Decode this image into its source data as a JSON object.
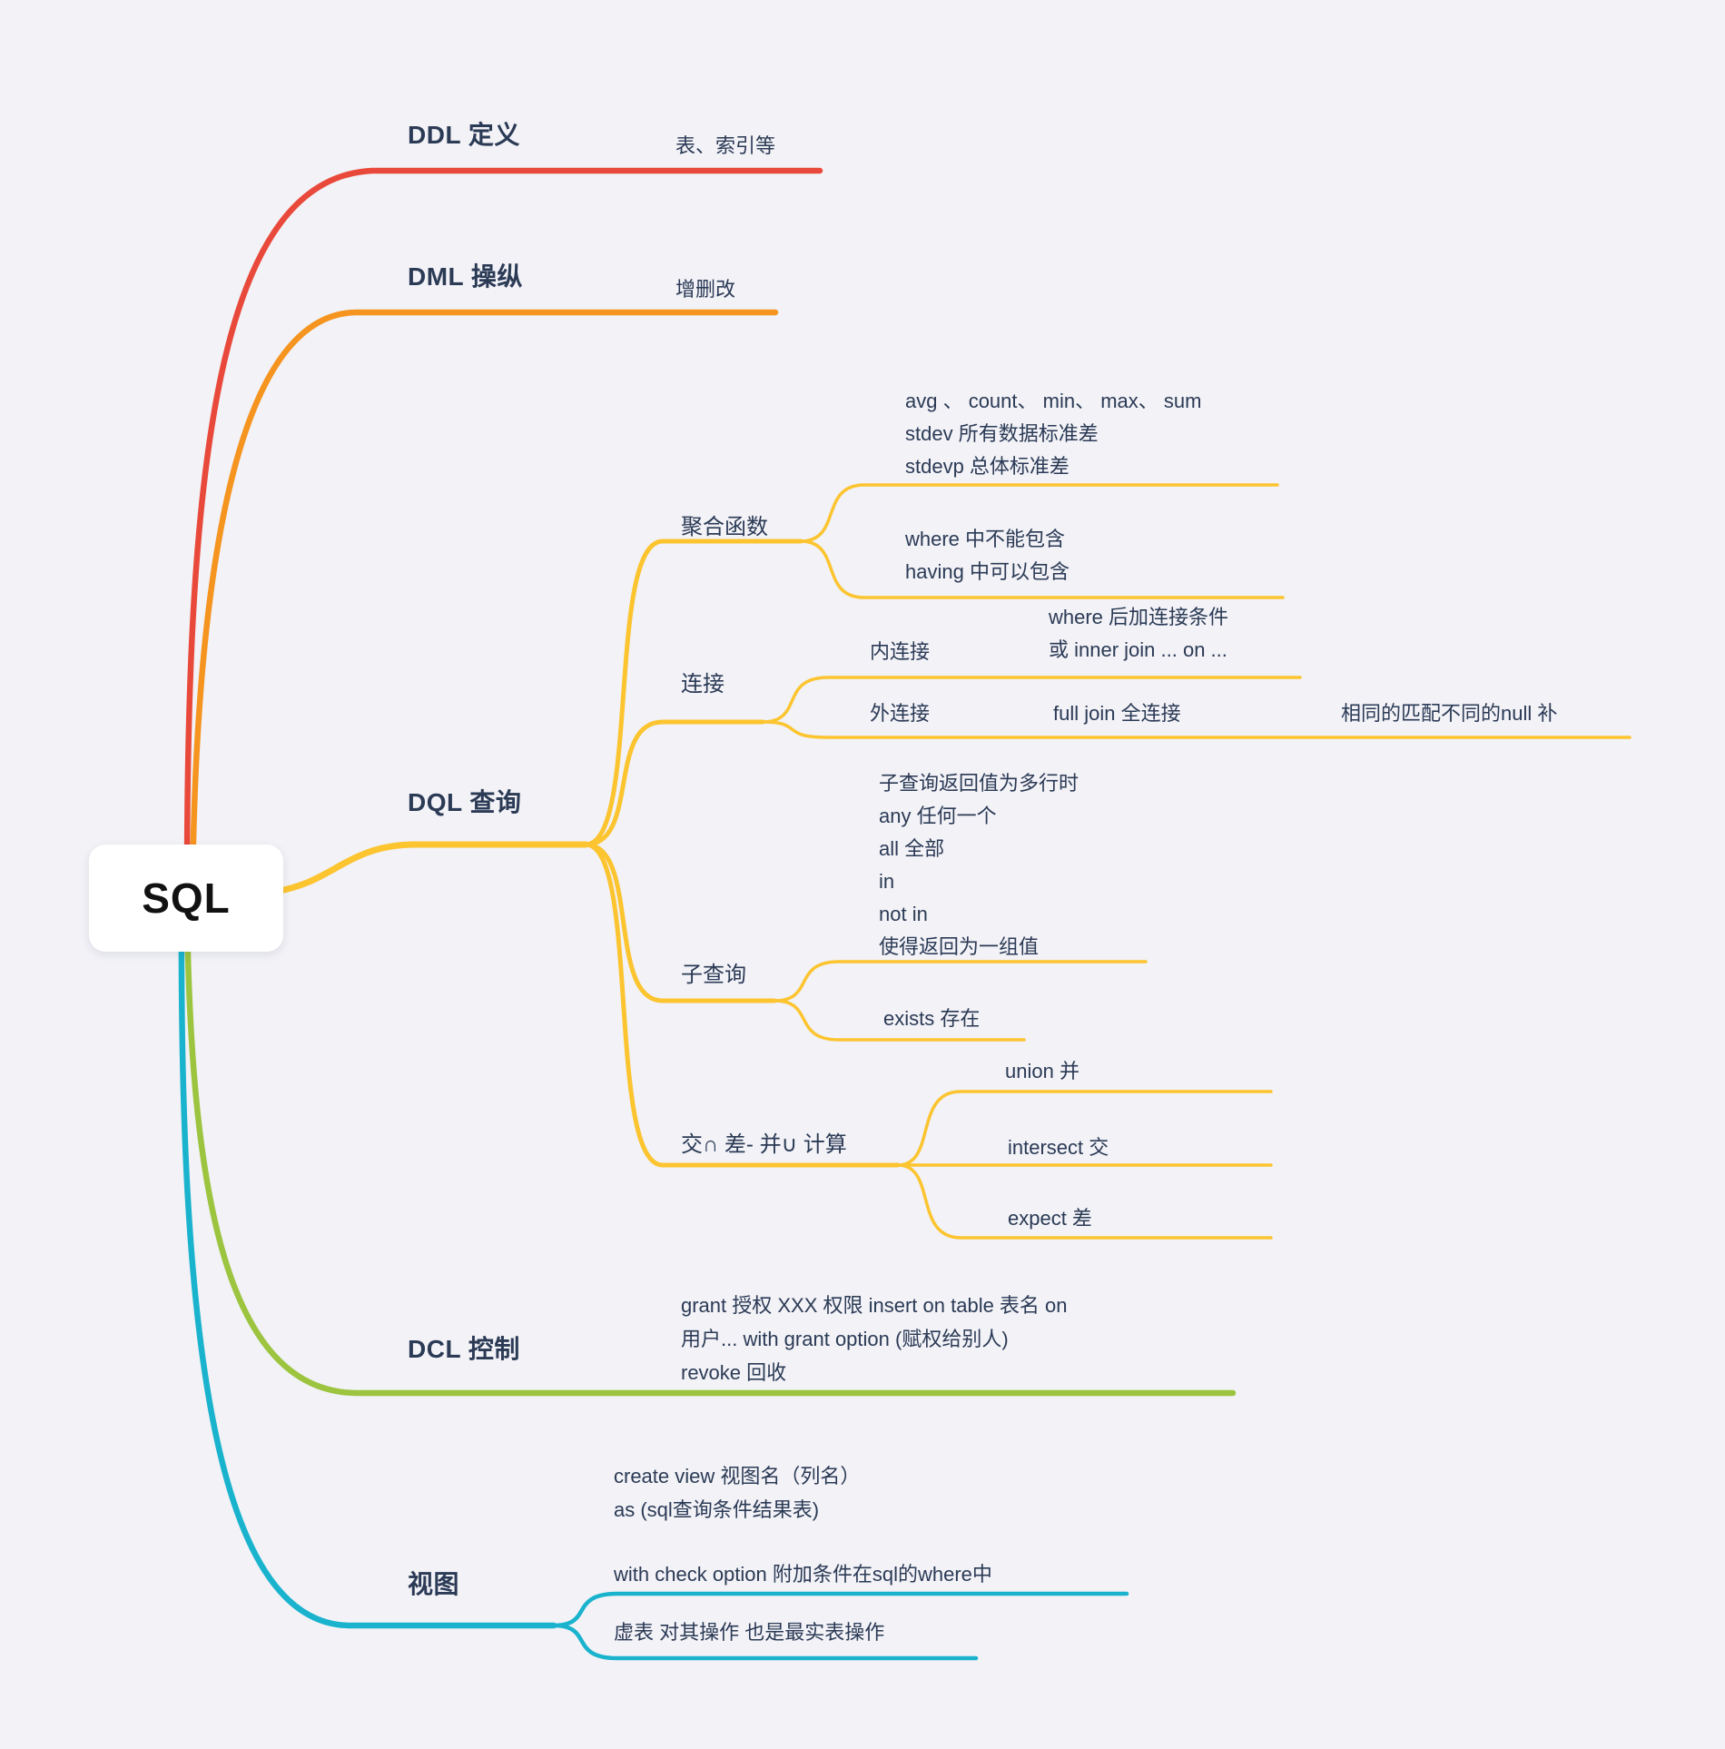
{
  "title": "SQL mind map",
  "colors": {
    "background": "#f2f2f7",
    "text": "#2b3a55",
    "root_text": "#111111",
    "root_bg": "#ffffff",
    "ddl": "#e9493a",
    "dml": "#f5941f",
    "dql": "#fcc42f",
    "dcl": "#9cc43f",
    "view": "#1ab3cd"
  },
  "nodes": {
    "root": "SQL",
    "ddl": {
      "label": "DDL 定义",
      "child": "表、索引等"
    },
    "dml": {
      "label": "DML 操纵",
      "child": "增删改"
    },
    "dql": {
      "label": "DQL 查询",
      "agg": {
        "label": "聚合函数",
        "funcs": [
          "avg 、 count、 min、 max、 sum",
          "stdev 所有数据标准差",
          "stdevp 总体标准差"
        ],
        "having": [
          "where 中不能包含",
          "having 中可以包含"
        ]
      },
      "join": {
        "label": "连接",
        "inner": {
          "label": "内连接",
          "detail": [
            "where 后加连接条件",
            "或 inner join  ... on ..."
          ]
        },
        "outer": {
          "label": "外连接",
          "full": "full join 全连接",
          "null_fill": "相同的匹配不同的null 补"
        }
      },
      "sub": {
        "label": "子查询",
        "multi": [
          "子查询返回值为多行时",
          "any 任何一个",
          "all 全部",
          "in",
          "not in",
          "使得返回为一组值"
        ],
        "exists": "exists 存在"
      },
      "set": {
        "label": "交∩ 差- 并∪ 计算",
        "union": "union 并",
        "intersect": "intersect 交",
        "expect": "expect 差"
      }
    },
    "dcl": {
      "label": "DCL 控制",
      "detail": [
        "grant 授权   XXX 权限  insert on  table 表名  on",
        "用户...  with grant option (赋权给别人)",
        "revoke 回收"
      ]
    },
    "view": {
      "label": "视图",
      "create": [
        "create  view 视图名（列名）",
        "as (sql查询条件结果表)"
      ],
      "check": "with check option  附加条件在sql的where中",
      "virtual": "虚表  对其操作 也是最实表操作"
    }
  }
}
